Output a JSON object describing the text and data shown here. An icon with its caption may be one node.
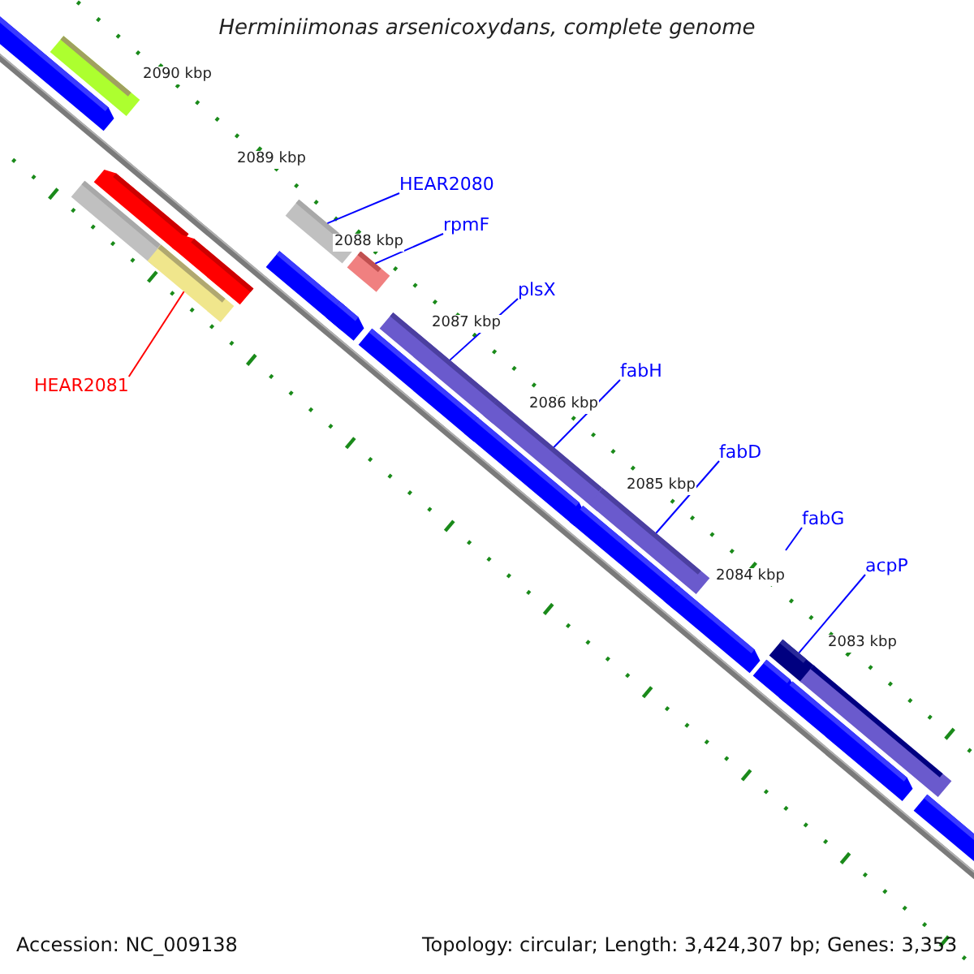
{
  "diagram": {
    "title": "Herminiimonas arsenicoxydans, complete genome",
    "nodes": [
      {
        "text": [
          "HEAR2080"
        ]
      },
      {
        "text": [
          "rpmF"
        ]
      },
      {
        "text": [
          "plsX"
        ]
      },
      {
        "text": [
          "fabH"
        ]
      },
      {
        "text": [
          "fabD"
        ]
      },
      {
        "text": [
          "fabG"
        ]
      },
      {
        "text": [
          "acpP"
        ]
      },
      {
        "text": [
          "HEAR2081"
        ]
      },
      {
        "text": [],
        "shape": "bar"
      },
      {
        "text": [],
        "shape": "bar"
      },
      {
        "text": [],
        "shape": "bar"
      },
      {
        "text": [],
        "shape": "bar"
      },
      {
        "text": [],
        "shape": "bar"
      },
      {
        "text": [],
        "shape": "bar"
      },
      {
        "text": [],
        "shape": "bar"
      }
    ],
    "edges": [
      {
        "from": 0,
        "to": 8,
        "arrow": "none"
      },
      {
        "from": 1,
        "to": 9,
        "arrow": "none"
      },
      {
        "from": 2,
        "to": 10,
        "arrow": "none"
      },
      {
        "from": 3,
        "to": 11,
        "arrow": "none"
      },
      {
        "from": 4,
        "to": 12,
        "arrow": "none"
      },
      {
        "from": 5,
        "to": null,
        "arrow": "none"
      },
      {
        "from": 6,
        "to": 13,
        "arrow": "none"
      },
      {
        "from": 7,
        "to": 14,
        "arrow": "none",
        "color": "#ff0000"
      }
    ],
    "labels": [
      "2090 kbp",
      "2089 kbp",
      "2088 kbp",
      "2087 kbp",
      "2086 kbp",
      "2085 kbp",
      "2084 kbp",
      "2083 kbp",
      "Accession: NC_009138",
      "Topology: circular; Length: 3,424,307 bp; Genes: 3,353"
    ]
  }
}
